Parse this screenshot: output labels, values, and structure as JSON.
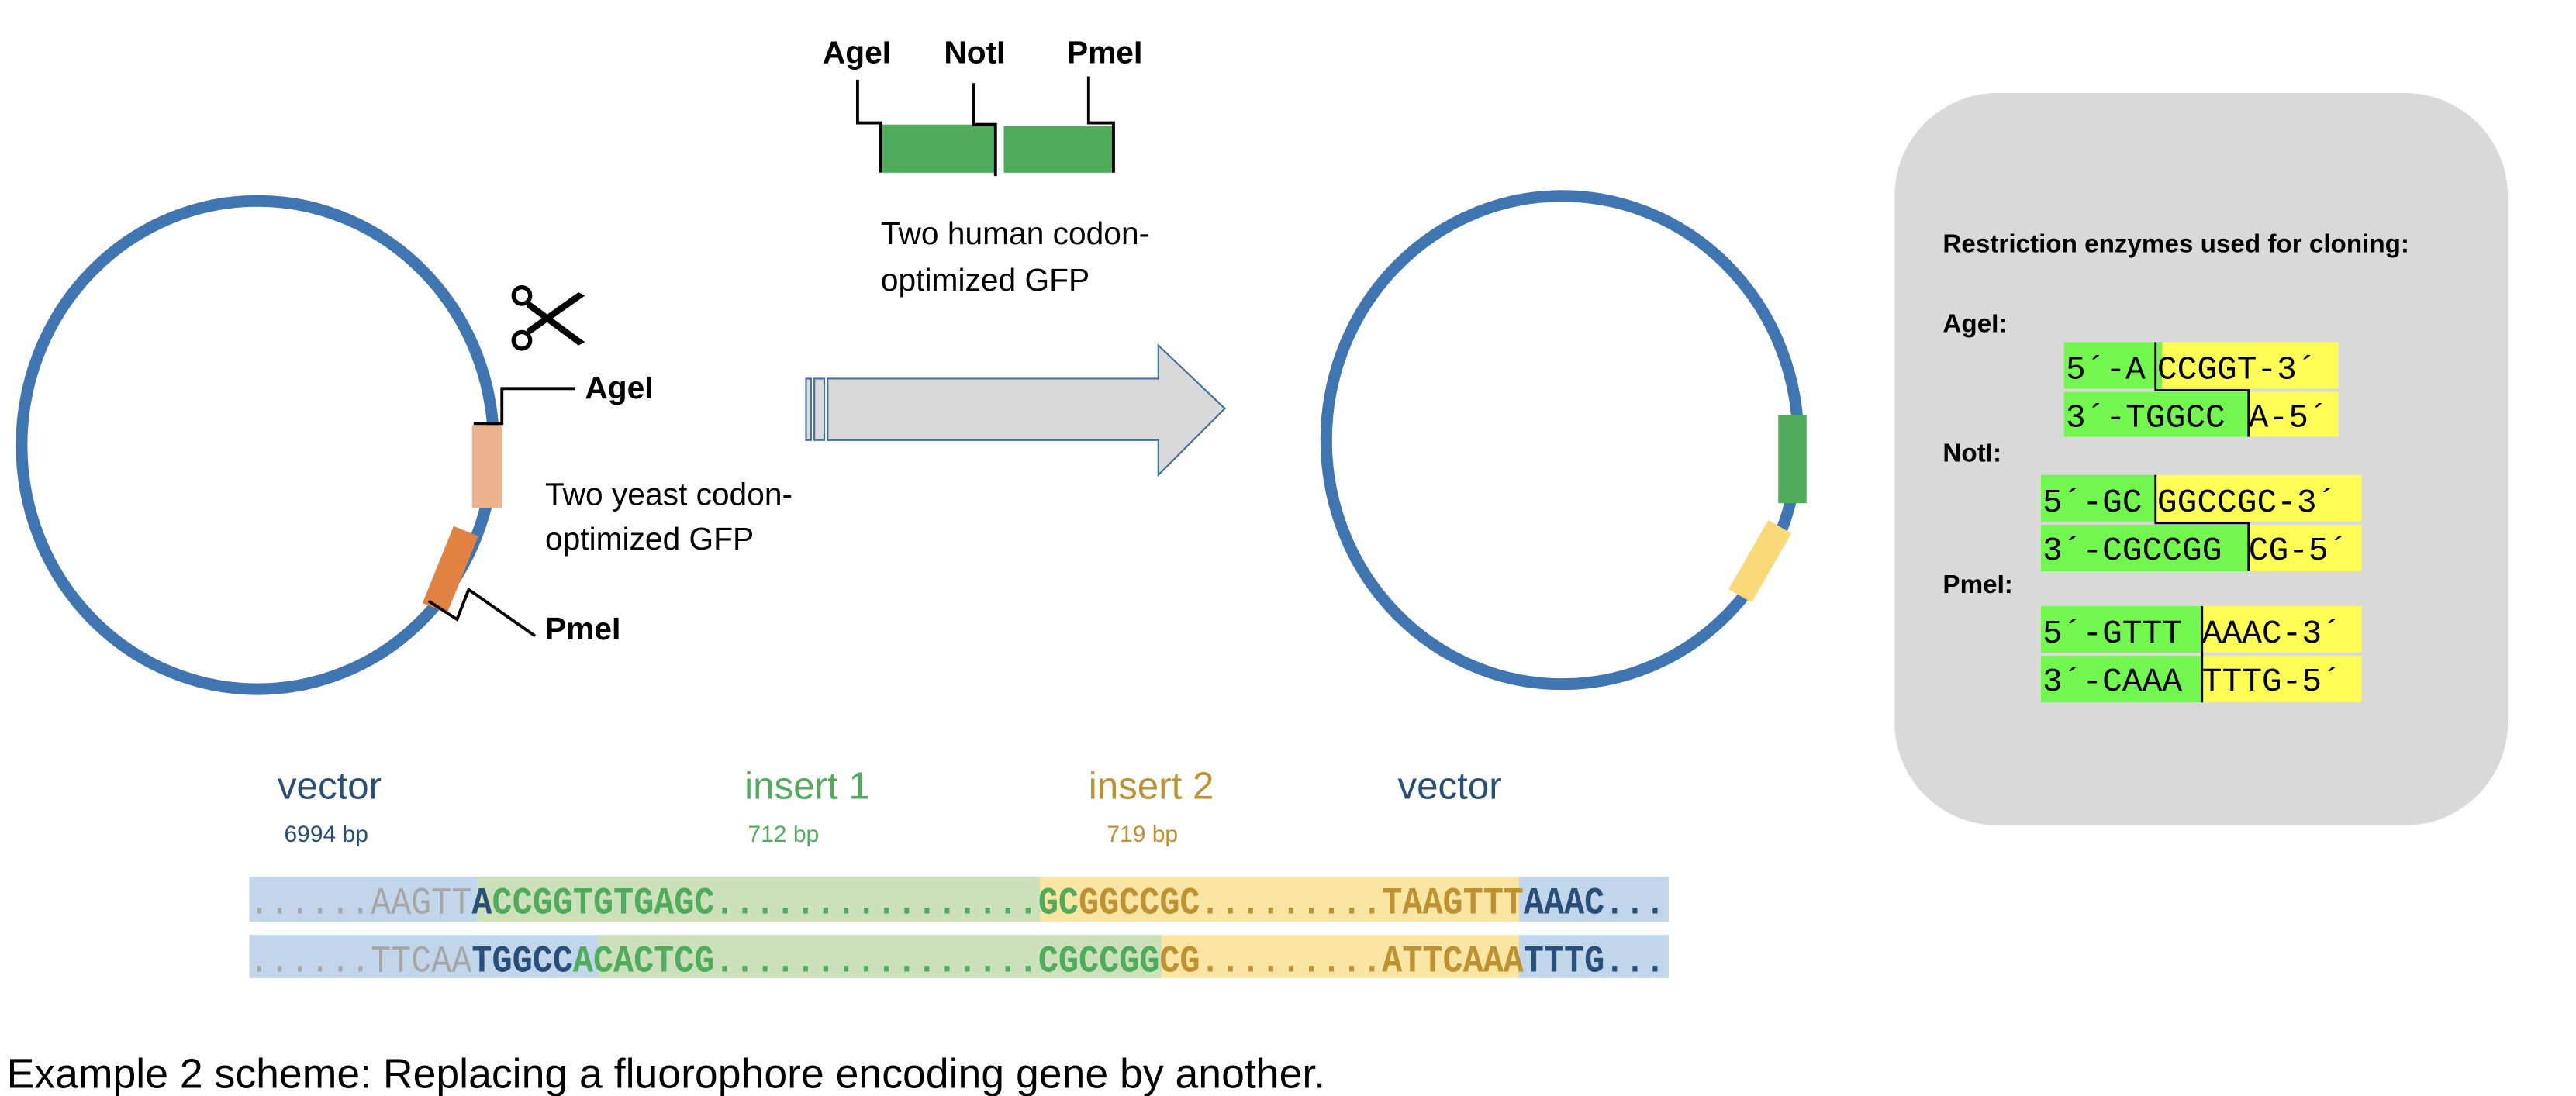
{
  "colors": {
    "plasmid": "#3F75B1",
    "yeast_gfp_1": "#EBB38B",
    "yeast_gfp_2": "#E08241",
    "human_gfp": "#4EAC5B",
    "insert2": "#F9D978",
    "panel_bg": "#D9D9D9",
    "arrow_fill": "#D9D9D9",
    "arrow_stroke": "#41719C",
    "vector_text": "#284E7A",
    "insert1_text": "#4EAC5B",
    "insert2_text": "#BE9131",
    "gray_text": "#A6A6A6",
    "vector_bg": "#C2D6EB",
    "insert1_bg": "#CCE0BA",
    "insert2_bg": "#FAE5A3",
    "site_left_bg": "#72F74F",
    "site_right_bg": "#FEFE55"
  },
  "left_plasmid": {
    "site_top_label": "AgeI",
    "site_bottom_label": "PmeI",
    "insert_caption_line1": "Two yeast codon-",
    "insert_caption_line2": "optimized GFP",
    "scissors_icon": "scissors-icon"
  },
  "top_insert": {
    "site_labels": [
      "AgeI",
      "NotI",
      "PmeI"
    ],
    "caption_line1": "Two human codon-",
    "caption_line2": "optimized GFP"
  },
  "segments": {
    "vector_left": {
      "name": "vector",
      "size": "6994 bp"
    },
    "insert1": {
      "name": "insert 1",
      "size": "712 bp"
    },
    "insert2": {
      "name": "insert 2",
      "size": "719 bp"
    },
    "vector_right": {
      "name": "vector"
    }
  },
  "sequence": {
    "top": [
      {
        "text": "......",
        "style": "dots-gray"
      },
      {
        "text": "AAGTT",
        "style": "gray"
      },
      {
        "text": "A",
        "style": "vector"
      },
      {
        "text": "CCGGTGTGAGC",
        "style": "insert1"
      },
      {
        "text": "................",
        "style": "dots-insert1"
      },
      {
        "text": "GC",
        "style": "insert1"
      },
      {
        "text": "GGCCGC",
        "style": "insert2"
      },
      {
        "text": ".........",
        "style": "dots-insert2"
      },
      {
        "text": "TAAGTTT",
        "style": "insert2"
      },
      {
        "text": "AAAC",
        "style": "vector"
      },
      {
        "text": "...",
        "style": "dots-vector"
      }
    ],
    "bottom": [
      {
        "text": "......",
        "style": "dots-gray"
      },
      {
        "text": "TTCAA",
        "style": "gray"
      },
      {
        "text": "TGGCC",
        "style": "vector"
      },
      {
        "text": "ACACTCG",
        "style": "insert1"
      },
      {
        "text": "................",
        "style": "dots-insert1"
      },
      {
        "text": "CGCCGG",
        "style": "insert1"
      },
      {
        "text": "CG",
        "style": "insert2"
      },
      {
        "text": ".........",
        "style": "dots-insert2"
      },
      {
        "text": "ATTCAAA",
        "style": "insert2"
      },
      {
        "text": "TTTG",
        "style": "vector"
      },
      {
        "text": "...",
        "style": "dots-vector"
      }
    ]
  },
  "panel": {
    "title": "Restriction enzymes used for cloning:",
    "enzymes": [
      {
        "name": "AgeI:",
        "top_left": "5´-A",
        "top_right": "CCGGT-3´",
        "bottom_left": "3´-TGGCC",
        "bottom_right": "A-5´"
      },
      {
        "name": "NotI:",
        "top_left": "5´-GC",
        "top_right": "GGCCGC-3´",
        "bottom_left": "3´-CGCCGG",
        "bottom_right": "CG-5´"
      },
      {
        "name": "PmeI:",
        "top_left": "5´-GTTT",
        "top_right": "AAAC-3´",
        "bottom_left": "3´-CAAA",
        "bottom_right": "TTTG-5´"
      }
    ]
  },
  "caption": "Example 2 scheme: Replacing a fluorophore encoding gene by another."
}
